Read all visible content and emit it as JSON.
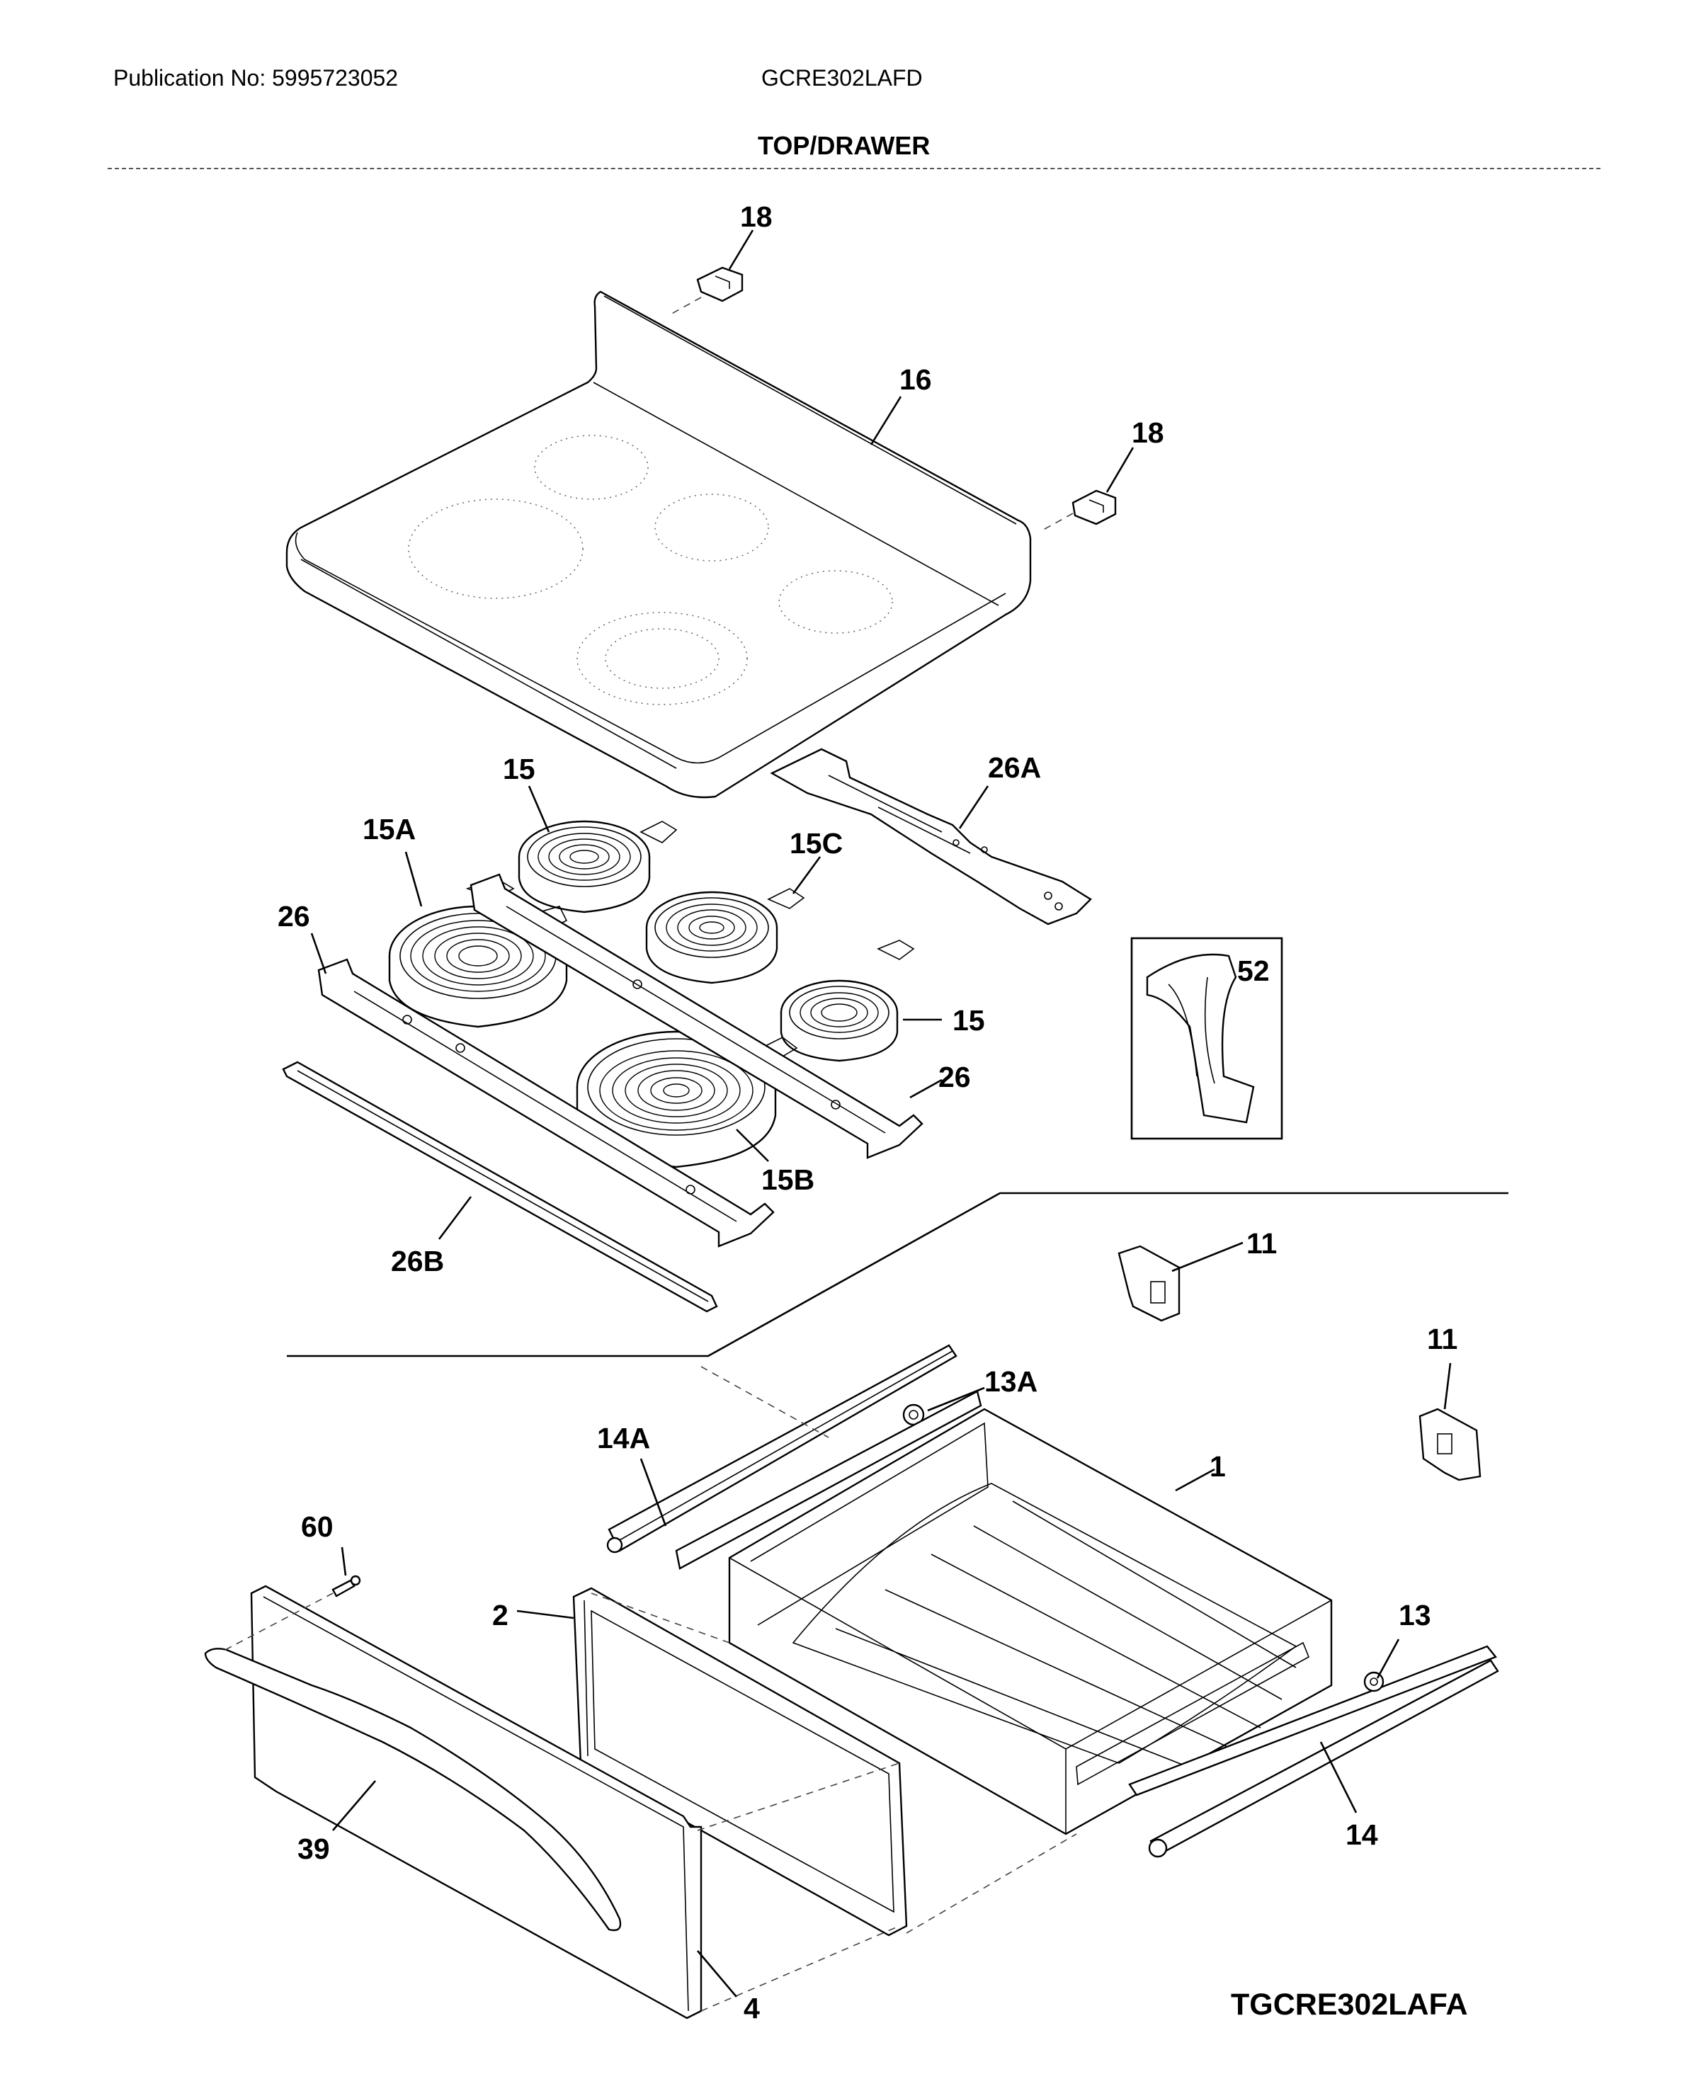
{
  "header": {
    "publication": "Publication No: 5995723052",
    "model": "GCRE302LAFD",
    "section_title": "TOP/DRAWER"
  },
  "diagram_code": "TGCRE302LAFA",
  "callouts": {
    "c18a": "18",
    "c16": "16",
    "c18b": "18",
    "c26a": "26A",
    "c15a_top": "15",
    "c15A": "15A",
    "c15C": "15C",
    "c26a_left": "26",
    "c52": "52",
    "c15_right": "15",
    "c26_right": "26",
    "c15B": "15B",
    "c26B": "26B",
    "c11a": "11",
    "c11b": "11",
    "c13A": "13A",
    "c14A": "14A",
    "c1": "1",
    "c60": "60",
    "c2": "2",
    "c13": "13",
    "c14": "14",
    "c39": "39",
    "c4": "4"
  }
}
